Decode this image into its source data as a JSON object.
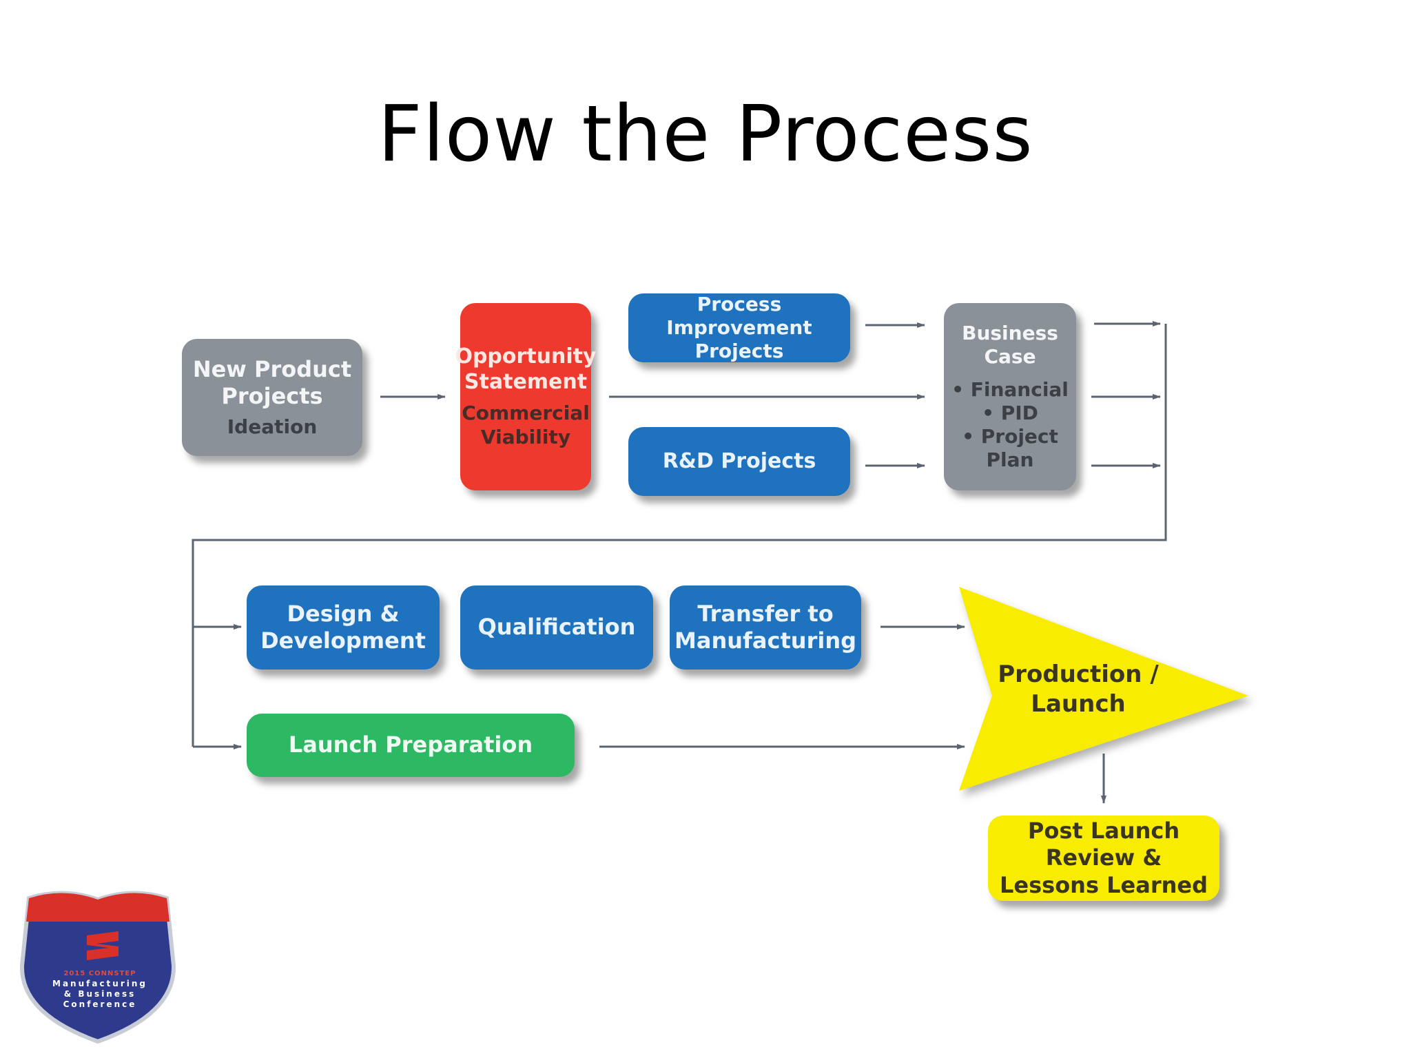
{
  "slide": {
    "title": "Flow the Process"
  },
  "nodes": {
    "new_product": {
      "title": "New Product Projects",
      "sub": "Ideation"
    },
    "opportunity": {
      "title": "Opportunity Statement",
      "sub": "Commercial Viability"
    },
    "process_improvement": {
      "title": "Process Improvement Projects"
    },
    "rd_projects": {
      "title": "R&D Projects"
    },
    "business_case": {
      "title": "Business Case",
      "bullets": [
        "Financial",
        "PID",
        "Project Plan"
      ]
    },
    "design_dev": {
      "title": "Design & Development"
    },
    "qualification": {
      "title": "Qualification"
    },
    "transfer": {
      "title": "Transfer to Manufacturing"
    },
    "launch_prep": {
      "title": "Launch Preparation"
    },
    "production": {
      "title": "Production / Launch"
    },
    "post_launch": {
      "title": "Post Launch Review & Lessons Learned"
    }
  },
  "logo": {
    "line1": "2015 CONNSTEP",
    "line2": "Manufacturing",
    "line3": "& Business",
    "line4": "Conference"
  },
  "colors": {
    "gray": "#8b9199",
    "red": "#ee3a2e",
    "blue": "#1f72bd",
    "green": "#2db964",
    "yellow": "#f8ec00",
    "connector": "#5a6470"
  }
}
